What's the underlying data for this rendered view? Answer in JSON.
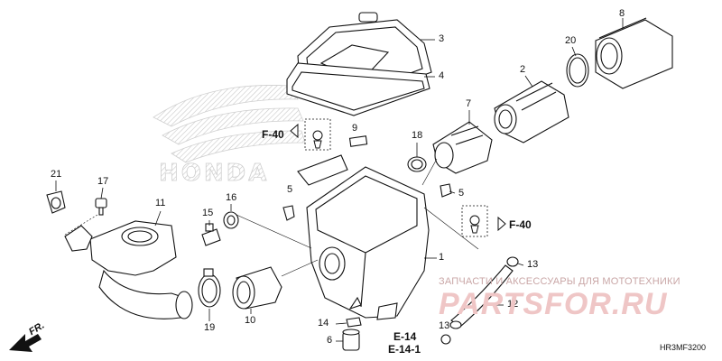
{
  "callouts": [
    {
      "id": "1",
      "text": "1"
    },
    {
      "id": "2",
      "text": "2"
    },
    {
      "id": "3",
      "text": "3"
    },
    {
      "id": "4",
      "text": "4"
    },
    {
      "id": "5a",
      "text": "5"
    },
    {
      "id": "5b",
      "text": "5"
    },
    {
      "id": "6",
      "text": "6"
    },
    {
      "id": "7",
      "text": "7"
    },
    {
      "id": "8",
      "text": "8"
    },
    {
      "id": "9",
      "text": "9"
    },
    {
      "id": "10",
      "text": "10"
    },
    {
      "id": "11",
      "text": "11"
    },
    {
      "id": "12",
      "text": "12"
    },
    {
      "id": "13",
      "text": "13"
    },
    {
      "id": "14",
      "text": "14"
    },
    {
      "id": "15",
      "text": "15"
    },
    {
      "id": "16",
      "text": "16"
    },
    {
      "id": "17",
      "text": "17"
    },
    {
      "id": "18",
      "text": "18"
    },
    {
      "id": "19",
      "text": "19"
    },
    {
      "id": "20",
      "text": "20"
    },
    {
      "id": "21",
      "text": "21"
    }
  ],
  "references": {
    "f40_left": "F-40",
    "f40_right": "F-40",
    "e14": "E-14",
    "e14_1": "E-14-1"
  },
  "watermark": {
    "tagline": "ЗАПЧАСТИ И АКСЕССУАРЫ ДЛЯ МОТОТЕХНИКИ",
    "brand": "PARTSFOR.RU"
  },
  "logo_text": "HONDA",
  "diagram_code": "HR3MF3200",
  "direction_label": "FR."
}
